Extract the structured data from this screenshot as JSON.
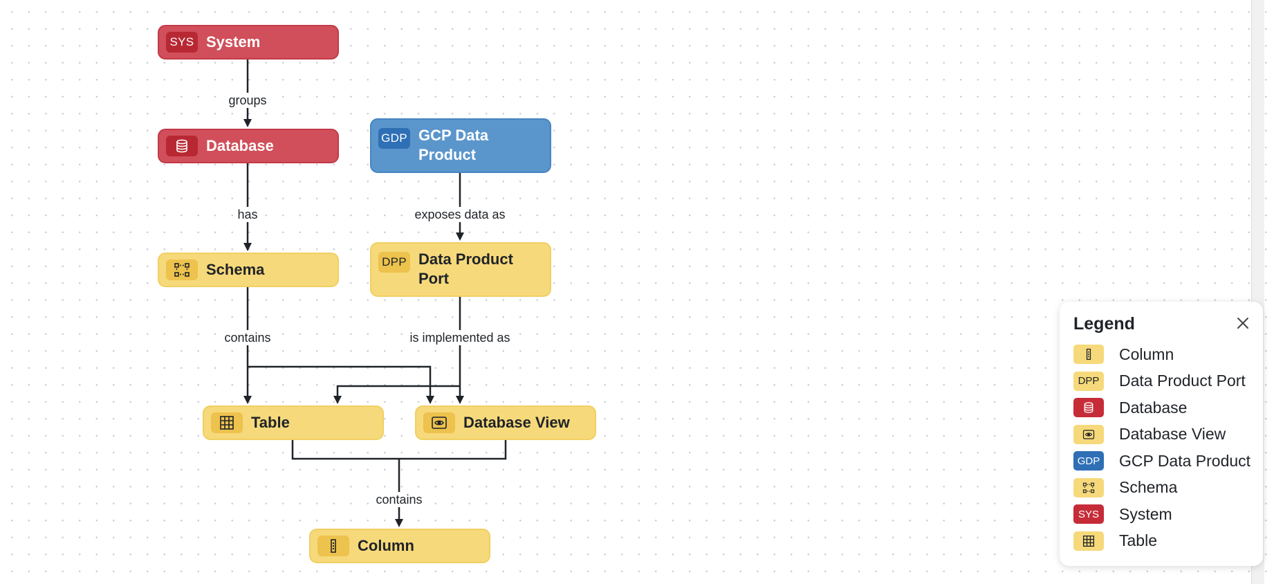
{
  "colors": {
    "system": "#d04f5a",
    "database": "#d04f5a",
    "gcp": "#5a96cc",
    "yellow_node": "#f6d97a",
    "edge": "#1f2328"
  },
  "nodes": [
    {
      "id": "system",
      "label": "System",
      "badge_text": "SYS",
      "badge_icon": null,
      "color": "red",
      "name": "node-system"
    },
    {
      "id": "database",
      "label": "Database",
      "badge_text": null,
      "badge_icon": "database-icon",
      "color": "red",
      "name": "node-database"
    },
    {
      "id": "gcp",
      "label": "GCP Data Product",
      "badge_text": "GDP",
      "badge_icon": null,
      "color": "blue",
      "name": "node-gcp-data-product"
    },
    {
      "id": "schema",
      "label": "Schema",
      "badge_text": null,
      "badge_icon": "schema-icon",
      "color": "yellow",
      "name": "node-schema"
    },
    {
      "id": "dpp",
      "label": "Data Product Port",
      "badge_text": "DPP",
      "badge_icon": null,
      "color": "yellow",
      "name": "node-data-product-port"
    },
    {
      "id": "table",
      "label": "Table",
      "badge_text": null,
      "badge_icon": "table-icon",
      "color": "yellow",
      "name": "node-table"
    },
    {
      "id": "view",
      "label": "Database View",
      "badge_text": null,
      "badge_icon": "eye-icon",
      "color": "yellow",
      "name": "node-database-view"
    },
    {
      "id": "column",
      "label": "Column",
      "badge_text": null,
      "badge_icon": "column-icon",
      "color": "yellow",
      "name": "node-column"
    }
  ],
  "edges": [
    {
      "from": "system",
      "to": [
        "database"
      ],
      "label": "groups"
    },
    {
      "from": "database",
      "to": [
        "schema"
      ],
      "label": "has"
    },
    {
      "from": "gcp",
      "to": [
        "dpp"
      ],
      "label": "exposes data as"
    },
    {
      "from": "schema",
      "to": [
        "table",
        "view"
      ],
      "label": "contains"
    },
    {
      "from": "dpp",
      "to": [
        "table",
        "view"
      ],
      "label": "is implemented as"
    },
    {
      "from": [
        "table",
        "view"
      ],
      "to": [
        "column"
      ],
      "label": "contains"
    }
  ],
  "legend": {
    "title": "Legend",
    "close_icon": "close-icon",
    "items": [
      {
        "label": "Column",
        "badge_text": null,
        "badge_icon": "column-icon",
        "color": "yellow"
      },
      {
        "label": "Data Product Port",
        "badge_text": "DPP",
        "badge_icon": null,
        "color": "yellow"
      },
      {
        "label": "Database",
        "badge_text": null,
        "badge_icon": "database-icon",
        "color": "red"
      },
      {
        "label": "Database View",
        "badge_text": null,
        "badge_icon": "eye-icon",
        "color": "yellow"
      },
      {
        "label": "GCP Data Product",
        "badge_text": "GDP",
        "badge_icon": null,
        "color": "blue"
      },
      {
        "label": "Schema",
        "badge_text": null,
        "badge_icon": "schema-icon",
        "color": "yellow"
      },
      {
        "label": "System",
        "badge_text": "SYS",
        "badge_icon": null,
        "color": "red"
      },
      {
        "label": "Table",
        "badge_text": null,
        "badge_icon": "table-icon",
        "color": "yellow"
      }
    ]
  }
}
